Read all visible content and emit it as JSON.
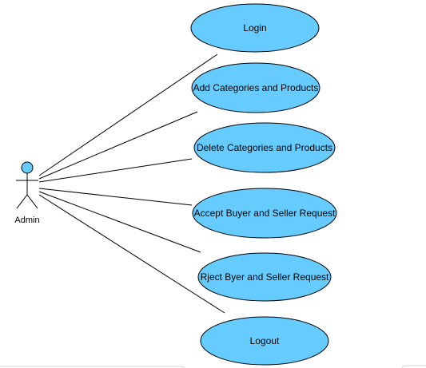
{
  "diagram": {
    "actor": {
      "label": "Admin"
    },
    "use_cases": [
      {
        "label": "Login"
      },
      {
        "label": "Add Categories and Products"
      },
      {
        "label": "Delete Categories and Products"
      },
      {
        "label": "Accept Buyer and Seller Request"
      },
      {
        "label": "Rject Byer and Seller Request"
      },
      {
        "label": "Logout"
      }
    ]
  },
  "colors": {
    "use_case_fill": "#66ccff",
    "stroke": "#000000",
    "background": "#ffffff"
  }
}
